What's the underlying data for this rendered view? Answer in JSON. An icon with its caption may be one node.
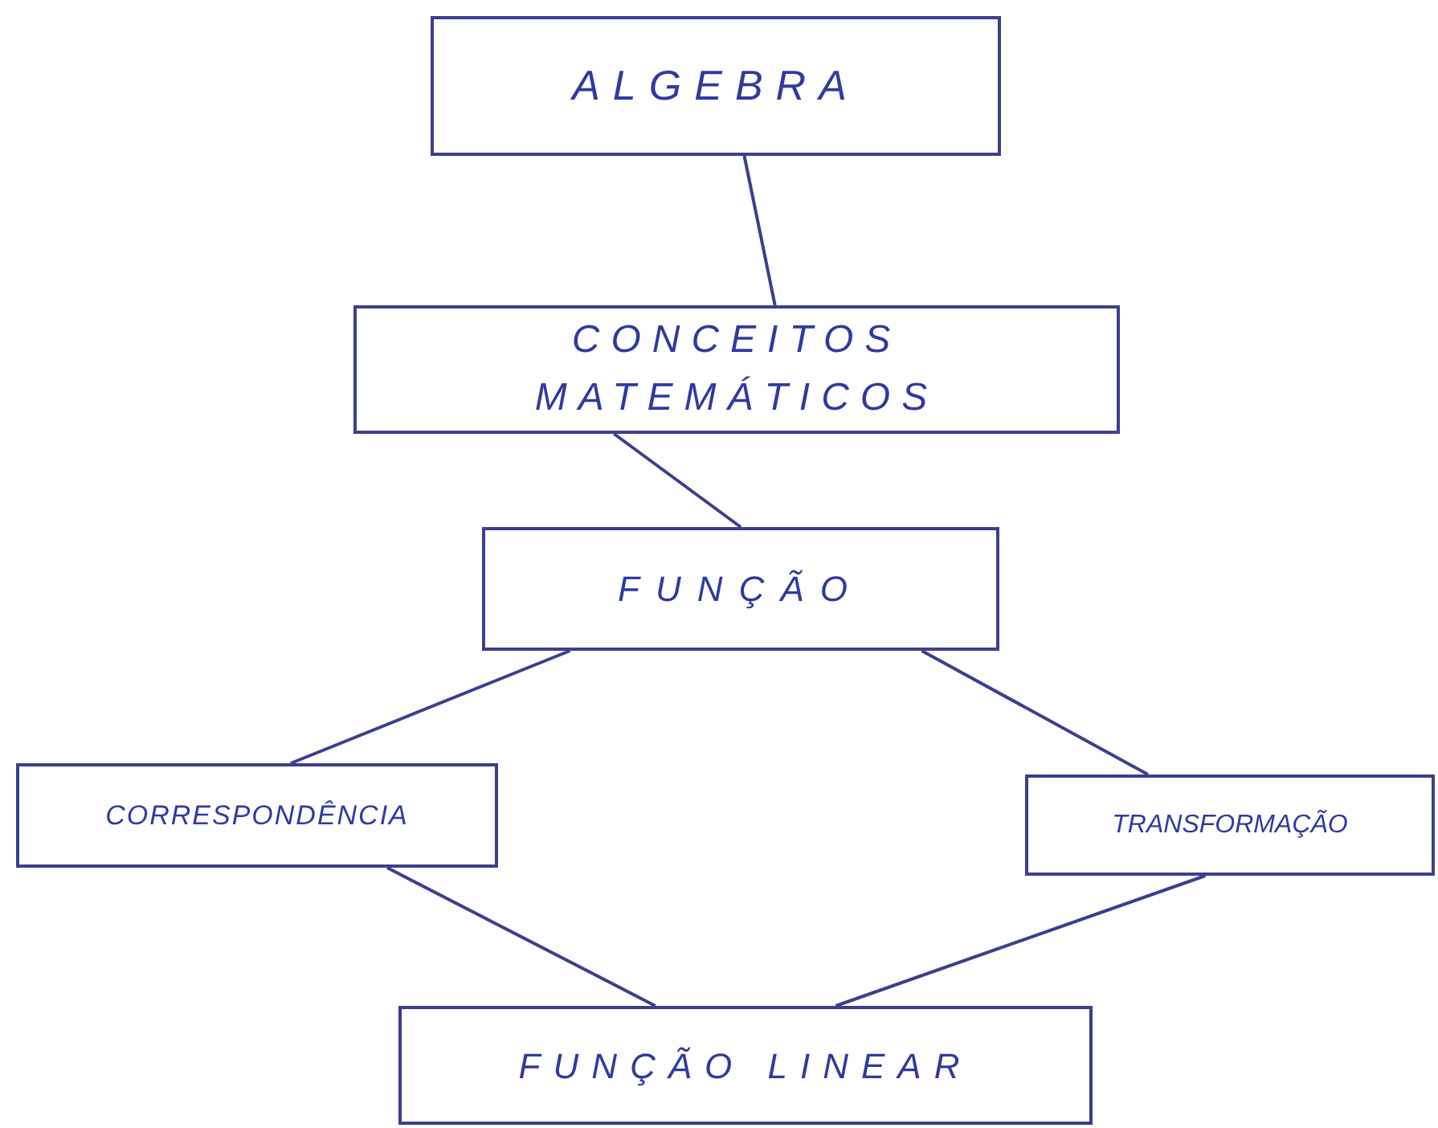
{
  "diagram": {
    "nodes": [
      {
        "text": [
          "ALGEBRA"
        ]
      },
      {
        "text": [
          "CONCEITOS MATEMÁTICOS"
        ]
      },
      {
        "text": [
          "FUNÇÃO"
        ]
      },
      {
        "text": [
          "CORRESPONDÊNCIA"
        ]
      },
      {
        "text": [
          "TRANSFORMAÇÃO"
        ]
      },
      {
        "text": [
          "FUNÇÃO LINEAR"
        ]
      }
    ],
    "edges": [
      {
        "from": 0,
        "to": 1,
        "arrow": "none"
      },
      {
        "from": 1,
        "to": 2,
        "arrow": "none"
      },
      {
        "from": 2,
        "to": 3,
        "arrow": "none"
      },
      {
        "from": 2,
        "to": 4,
        "arrow": "none"
      },
      {
        "from": 3,
        "to": 5,
        "arrow": "none"
      },
      {
        "from": 4,
        "to": 5,
        "arrow": "none"
      }
    ]
  }
}
